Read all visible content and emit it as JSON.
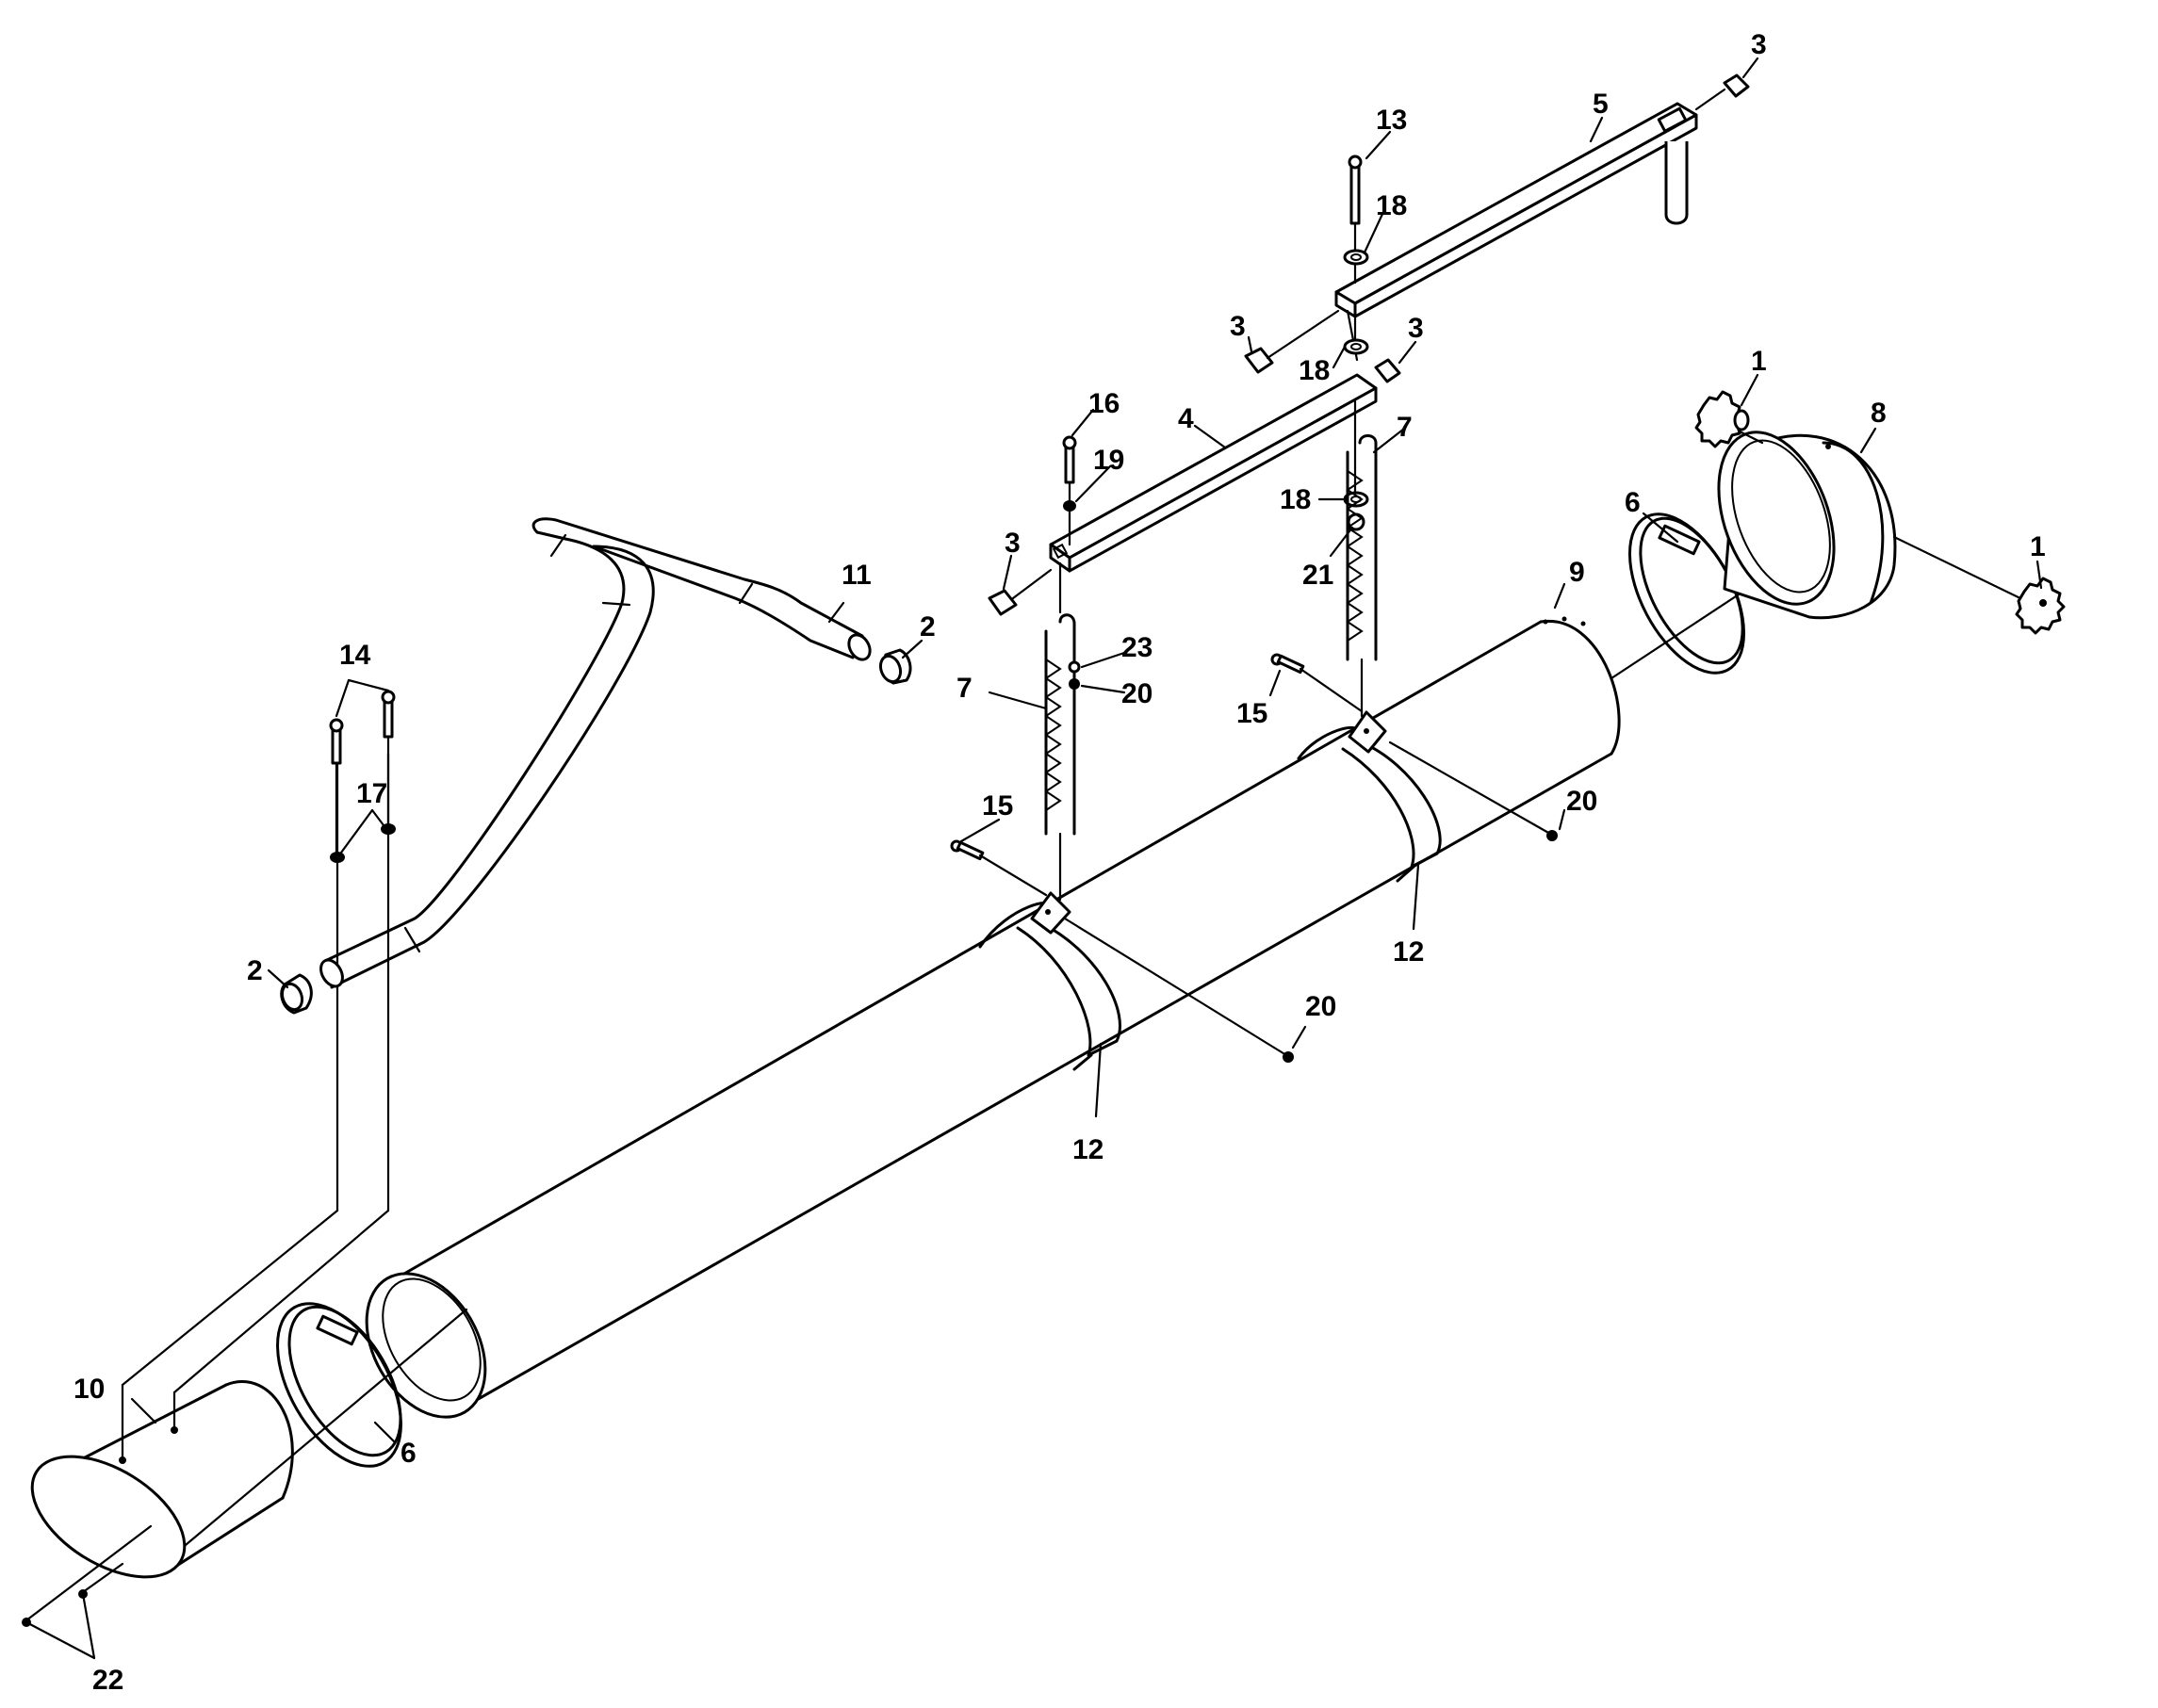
{
  "callouts": [
    {
      "id": "c1a",
      "label": "1"
    },
    {
      "id": "c1b",
      "label": "1"
    },
    {
      "id": "c2a",
      "label": "2"
    },
    {
      "id": "c2b",
      "label": "2"
    },
    {
      "id": "c3a",
      "label": "3"
    },
    {
      "id": "c3b",
      "label": "3"
    },
    {
      "id": "c3c",
      "label": "3"
    },
    {
      "id": "c3d",
      "label": "3"
    },
    {
      "id": "c4",
      "label": "4"
    },
    {
      "id": "c5",
      "label": "5"
    },
    {
      "id": "c6a",
      "label": "6"
    },
    {
      "id": "c6b",
      "label": "6"
    },
    {
      "id": "c7a",
      "label": "7"
    },
    {
      "id": "c7b",
      "label": "7"
    },
    {
      "id": "c8",
      "label": "8"
    },
    {
      "id": "c9",
      "label": "9"
    },
    {
      "id": "c10",
      "label": "10"
    },
    {
      "id": "c11",
      "label": "11"
    },
    {
      "id": "c12a",
      "label": "12"
    },
    {
      "id": "c12b",
      "label": "12"
    },
    {
      "id": "c13",
      "label": "13"
    },
    {
      "id": "c14",
      "label": "14"
    },
    {
      "id": "c15a",
      "label": "15"
    },
    {
      "id": "c15b",
      "label": "15"
    },
    {
      "id": "c16",
      "label": "16"
    },
    {
      "id": "c17",
      "label": "17"
    },
    {
      "id": "c18a",
      "label": "18"
    },
    {
      "id": "c18b",
      "label": "18"
    },
    {
      "id": "c18c",
      "label": "18"
    },
    {
      "id": "c19",
      "label": "19"
    },
    {
      "id": "c20a",
      "label": "20"
    },
    {
      "id": "c20b",
      "label": "20"
    },
    {
      "id": "c20c",
      "label": "20"
    },
    {
      "id": "c21",
      "label": "21"
    },
    {
      "id": "c22",
      "label": "22"
    },
    {
      "id": "c23",
      "label": "23"
    }
  ]
}
